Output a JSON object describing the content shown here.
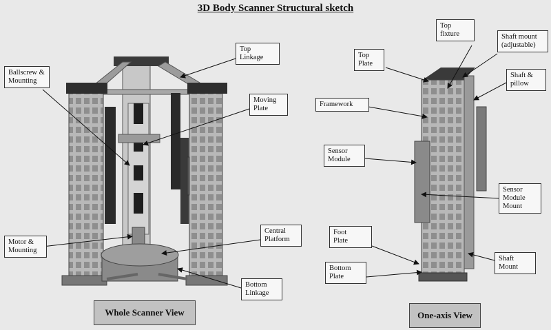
{
  "title": "3D Body Scanner Structural sketch",
  "labels": {
    "top_linkage": "Top\nLinkage",
    "ballscrew": "Ballscrew &\nMounting",
    "moving_plate": "Moving\nPlate",
    "motor": "Motor &\nMounting",
    "central_platform": "Central\nPlatform",
    "bottom_linkage": "Bottom\nLinkage",
    "top_plate": "Top\nPlate",
    "top_fixture": "Top\nfixture",
    "shaft_mount_adj": "Shaft mount\n(adjustable)",
    "shaft_pillow": "Shaft &\npillow",
    "framework": "Framework",
    "sensor_module": "Sensor\nModule",
    "sensor_module_mount": "Sensor\nModule\nMount",
    "foot_plate": "Foot\nPlate",
    "bottom_plate": "Bottom\nPlate",
    "shaft_mount": "Shaft\nMount"
  },
  "views": {
    "whole": "Whole Scanner View",
    "one_axis": "One-axis View"
  }
}
